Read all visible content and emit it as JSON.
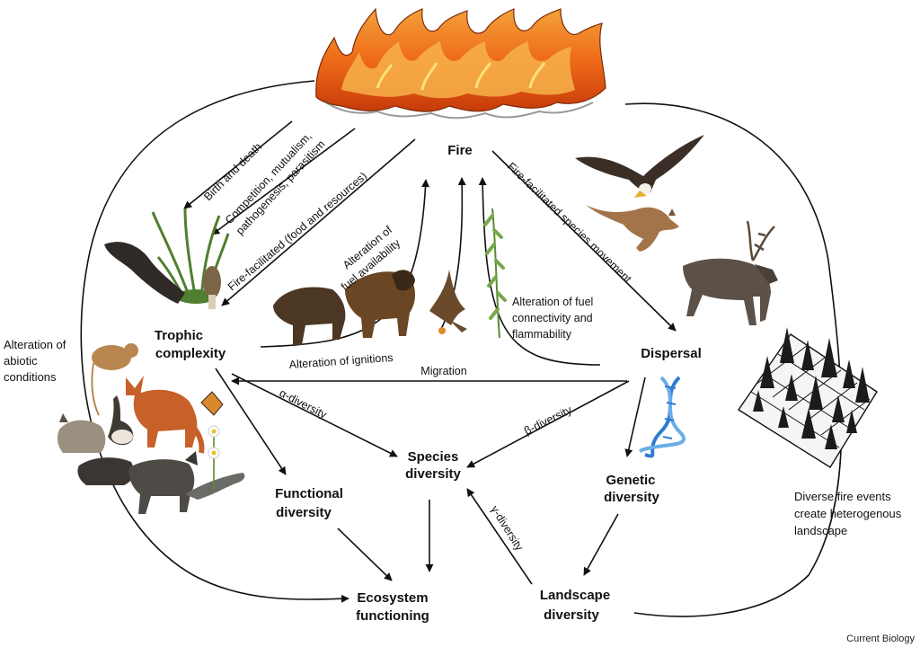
{
  "nodes": {
    "fire": "Fire",
    "trophic_1": "Trophic",
    "trophic_2": "complexity",
    "dispersal": "Dispersal",
    "species_1": "Species",
    "species_2": "diversity",
    "functional_1": "Functional",
    "functional_2": "diversity",
    "genetic_1": "Genetic",
    "genetic_2": "diversity",
    "ecosystem_1": "Ecosystem",
    "ecosystem_2": "functioning",
    "landscape_1": "Landscape",
    "landscape_2": "diversity"
  },
  "edge_labels": {
    "birth_death": "Birth and death",
    "competition_1": "Competition, mutualism,",
    "competition_2": "pathogenesis, parasitism",
    "food_resources": "Fire-facilitated (food and resources)",
    "fuel_avail_1": "Alteration of",
    "fuel_avail_2": "fuel availability",
    "fuel_conn_1": "Alteration of fuel",
    "fuel_conn_2": "connectivity and",
    "fuel_conn_3": "flammability",
    "species_movement": "Fire-facilitated species movement",
    "ignitions": "Alteration of ignitions",
    "migration": "Migration",
    "alpha": "α-diversity",
    "beta": "β-diversity",
    "gamma": "γ-diversity",
    "abiotic_1": "Alteration of",
    "abiotic_2": "abiotic",
    "abiotic_3": "conditions"
  },
  "notes": {
    "landscape_1": "Diverse fire events",
    "landscape_2": "create heterogenous",
    "landscape_3": "landscape"
  },
  "credit": "Current Biology",
  "icons": [
    "fire-icon",
    "eagle-icon",
    "kangaroo-icon",
    "caribou-icon",
    "forest-grid-icon",
    "bison-icon",
    "hawk-icon",
    "grass-sprig-icon",
    "tussock-grass-icon",
    "mushroom-icon",
    "log-icon",
    "vole-icon",
    "fox-icon",
    "goose-icon",
    "lynx-icon",
    "boar-icon",
    "wildebeest-icon",
    "lizard-icon",
    "butterfly-icon",
    "daisy-icon",
    "dna-icon"
  ]
}
